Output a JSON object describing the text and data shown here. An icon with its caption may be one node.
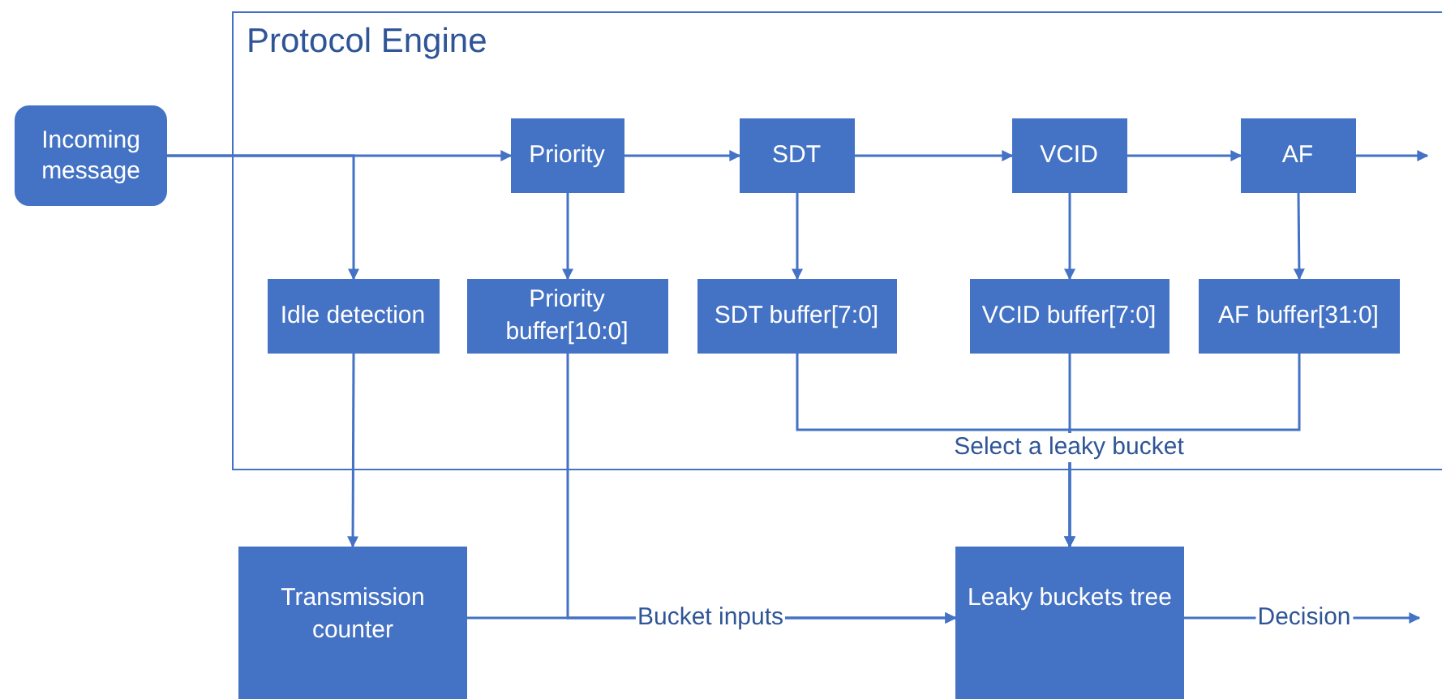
{
  "diagram": {
    "nodes": [
      {
        "text": [
          "Protocol Engine"
        ]
      },
      {
        "text": [
          "Incoming message"
        ]
      },
      {
        "text": [
          "Priority"
        ],
        "in": 0
      },
      {
        "text": [
          "SDT"
        ],
        "in": 0
      },
      {
        "text": [
          "VCID"
        ],
        "in": 0
      },
      {
        "text": [
          "AF"
        ],
        "in": 0
      },
      {
        "text": [
          "Idle detection"
        ],
        "in": 0
      },
      {
        "text": [
          "Priority buffer[10:0]"
        ],
        "in": 0
      },
      {
        "text": [
          "SDT buffer[7:0]"
        ],
        "in": 0
      },
      {
        "text": [
          "VCID buffer[7:0]"
        ],
        "in": 0
      },
      {
        "text": [
          "AF buffer[31:0]"
        ],
        "in": 0
      },
      {
        "text": [
          "Transmission counter"
        ]
      },
      {
        "text": [
          "Leaky buckets tree"
        ]
      }
    ],
    "edges": [
      {
        "from": 1,
        "to": 2,
        "arrow": "to"
      },
      {
        "from": 1,
        "to": 6,
        "arrow": "to"
      },
      {
        "from": 2,
        "to": 3,
        "arrow": "to"
      },
      {
        "from": 3,
        "to": 4,
        "arrow": "to"
      },
      {
        "from": 4,
        "to": 5,
        "arrow": "to"
      },
      {
        "from": 5,
        "to": null,
        "arrow": "to"
      },
      {
        "from": 2,
        "to": 7,
        "arrow": "to"
      },
      {
        "from": 3,
        "to": 8,
        "arrow": "to"
      },
      {
        "from": 4,
        "to": 9,
        "arrow": "to"
      },
      {
        "from": 5,
        "to": 10,
        "arrow": "to"
      },
      {
        "from": 6,
        "to": 11,
        "arrow": "to"
      },
      {
        "from": 8,
        "to": 12,
        "arrow": "to"
      },
      {
        "from": 9,
        "to": 12,
        "arrow": "to",
        "label": "Select a leaky bucket"
      },
      {
        "from": 10,
        "to": 12,
        "arrow": "to"
      },
      {
        "from": 7,
        "to": 12,
        "arrow": "to"
      },
      {
        "from": 11,
        "to": 12,
        "arrow": "to",
        "label": "Bucket inputs"
      },
      {
        "from": 12,
        "to": null,
        "arrow": "to",
        "label": "Decision"
      }
    ]
  }
}
